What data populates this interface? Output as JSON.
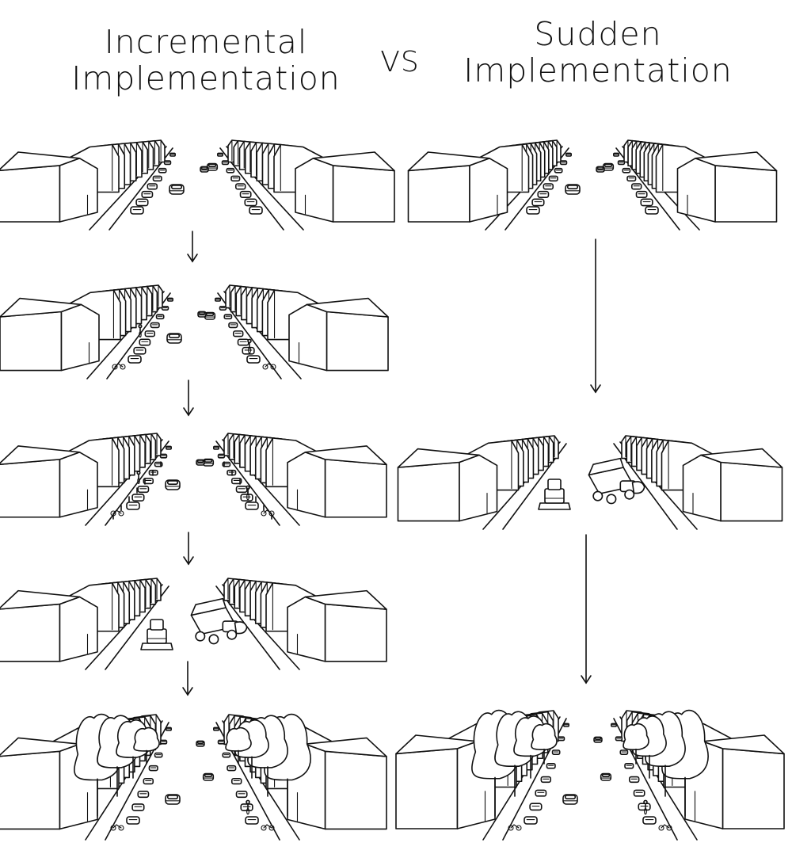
{
  "titles": {
    "left": {
      "line1": "Incremental",
      "line2": "Implementation"
    },
    "vs": "VS",
    "right": {
      "line1": "Sudden",
      "line2": "Implementation"
    }
  },
  "colors": {
    "ink": "#111111",
    "paper": "#ffffff"
  },
  "icons": {
    "arrow": "down-arrow-icon"
  },
  "stages": {
    "left": [
      "street-with-cars",
      "street-with-bike-lanes",
      "street-with-protected-bike-lanes",
      "street-under-construction",
      "street-with-trees"
    ],
    "right": [
      "street-with-cars",
      "street-under-construction",
      "street-with-trees"
    ]
  }
}
